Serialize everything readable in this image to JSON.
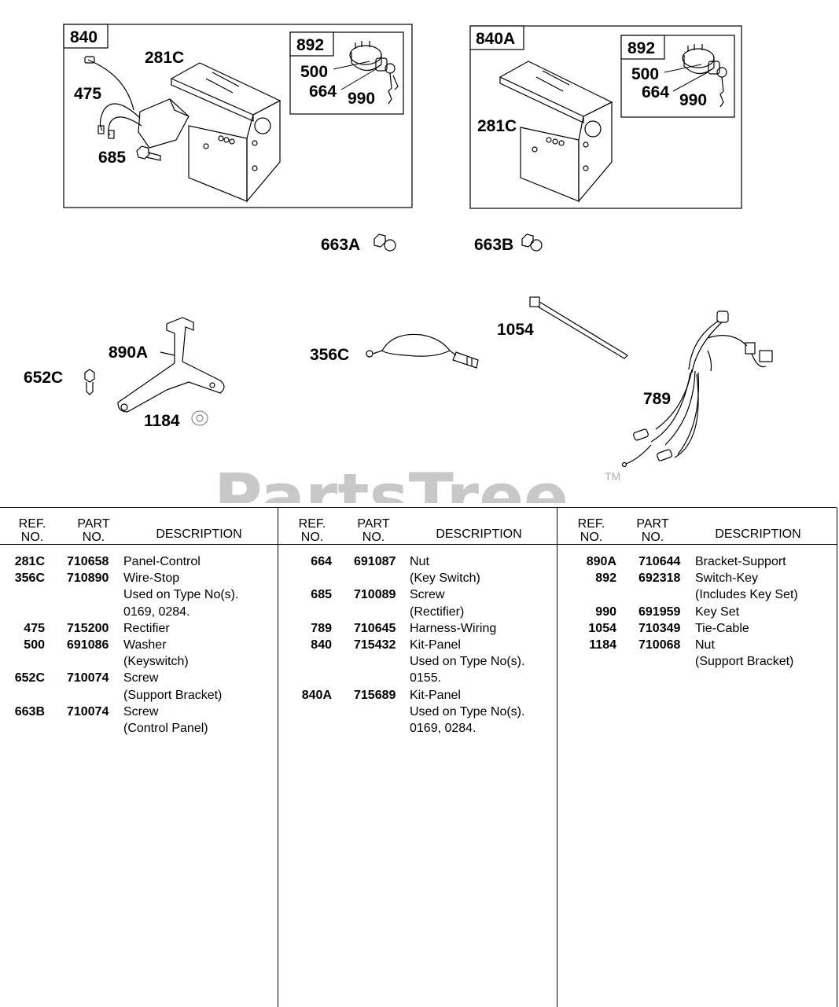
{
  "diagram": {
    "callouts": {
      "840": "840",
      "840A": "840A",
      "892_a": "892",
      "892_b": "892",
      "281C_a": "281C",
      "281C_b": "281C",
      "475": "475",
      "685": "685",
      "500_a": "500",
      "664_a": "664",
      "990_a": "990",
      "500_b": "500",
      "664_b": "664",
      "990_b": "990",
      "663A": "663A",
      "663B": "663B",
      "652C": "652C",
      "890A": "890A",
      "1184": "1184",
      "356C": "356C",
      "1054": "1054",
      "789": "789"
    },
    "watermark": "PartsTree",
    "trademark": "TM"
  },
  "table": {
    "headers": {
      "ref_line1": "REF.",
      "ref_line2": "NO.",
      "part_line1": "PART",
      "part_line2": "NO.",
      "description": "DESCRIPTION"
    },
    "columns": [
      {
        "rows": [
          {
            "ref": "281C",
            "part": "710658",
            "desc": [
              "Panel-Control"
            ]
          },
          {
            "ref": "356C",
            "part": "710890",
            "desc": [
              "Wire-Stop",
              "Used on Type No(s).",
              "0169, 0284."
            ]
          },
          {
            "ref": "475",
            "part": "715200",
            "desc": [
              "Rectifier"
            ]
          },
          {
            "ref": "500",
            "part": "691086",
            "desc": [
              "Washer",
              "(Keyswitch)"
            ]
          },
          {
            "ref": "652C",
            "part": "710074",
            "desc": [
              "Screw",
              "(Support Bracket)"
            ]
          },
          {
            "ref": "663B",
            "part": "710074",
            "desc": [
              "Screw",
              "(Control Panel)"
            ]
          }
        ]
      },
      {
        "rows": [
          {
            "ref": "664",
            "part": "691087",
            "desc": [
              "Nut",
              "(Key Switch)"
            ]
          },
          {
            "ref": "685",
            "part": "710089",
            "desc": [
              "Screw",
              "(Rectifier)"
            ]
          },
          {
            "ref": "789",
            "part": "710645",
            "desc": [
              "Harness-Wiring"
            ]
          },
          {
            "ref": "840",
            "part": "715432",
            "desc": [
              "Kit-Panel",
              "Used on Type No(s).",
              "0155."
            ]
          },
          {
            "ref": "840A",
            "part": "715689",
            "desc": [
              "Kit-Panel",
              "Used on Type No(s).",
              "0169, 0284."
            ]
          }
        ]
      },
      {
        "rows": [
          {
            "ref": "890A",
            "part": "710644",
            "desc": [
              "Bracket-Support"
            ]
          },
          {
            "ref": "892",
            "part": "692318",
            "desc": [
              "Switch-Key",
              "(Includes Key Set)"
            ]
          },
          {
            "ref": "990",
            "part": "691959",
            "desc": [
              "Key Set"
            ]
          },
          {
            "ref": "1054",
            "part": "710349",
            "desc": [
              "Tie-Cable"
            ]
          },
          {
            "ref": "1184",
            "part": "710068",
            "desc": [
              "Nut",
              "(Support Bracket)"
            ]
          }
        ]
      }
    ]
  }
}
